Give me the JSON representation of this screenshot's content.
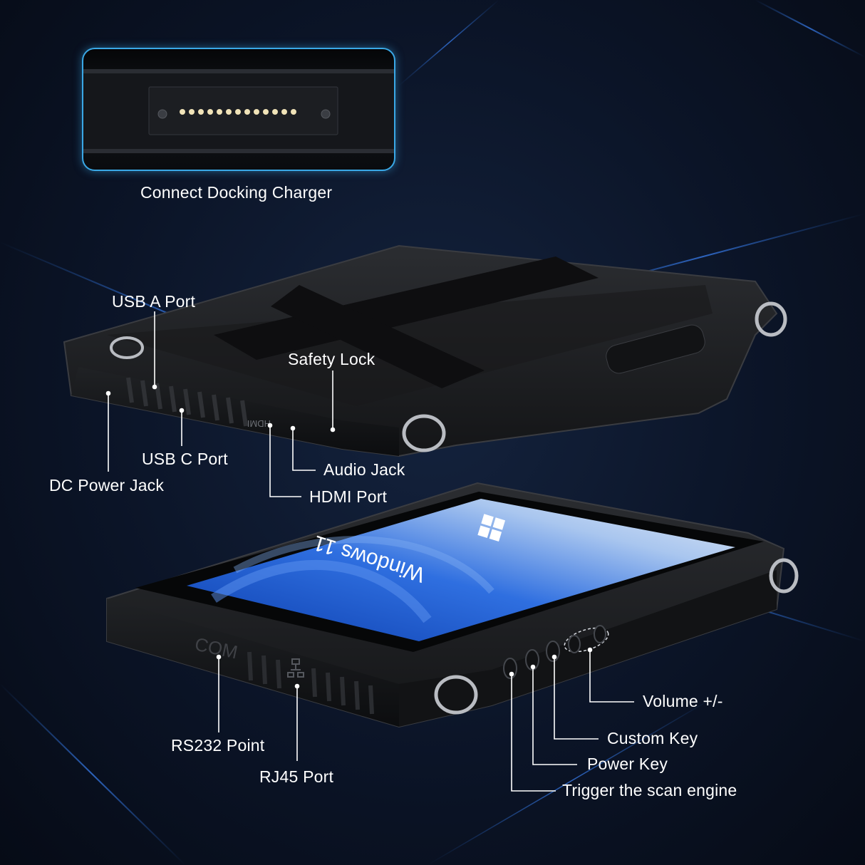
{
  "labels": {
    "dock": "Connect Docking Charger",
    "usb_a": "USB A Port",
    "safety_lock": "Safety Lock",
    "usb_c": "USB C Port",
    "dc_power": "DC Power Jack",
    "audio": "Audio Jack",
    "hdmi": "HDMI Port",
    "volume": "Volume +/-",
    "custom_key": "Custom Key",
    "power_key": "Power Key",
    "trigger": "Trigger the scan engine",
    "rs232": "RS232 Point",
    "rj45": "RJ45 Port"
  },
  "device_markings": {
    "screen_os": "Windows 11",
    "hdmi_print": "HDMI",
    "com_print": "COM"
  },
  "colors": {
    "accent": "#3aa8e6",
    "background": "#0b1427",
    "device": "#1a1b1e",
    "label": "#ffffff"
  },
  "icons": {
    "rj45": "network-icon",
    "windows": "windows-logo-icon"
  }
}
